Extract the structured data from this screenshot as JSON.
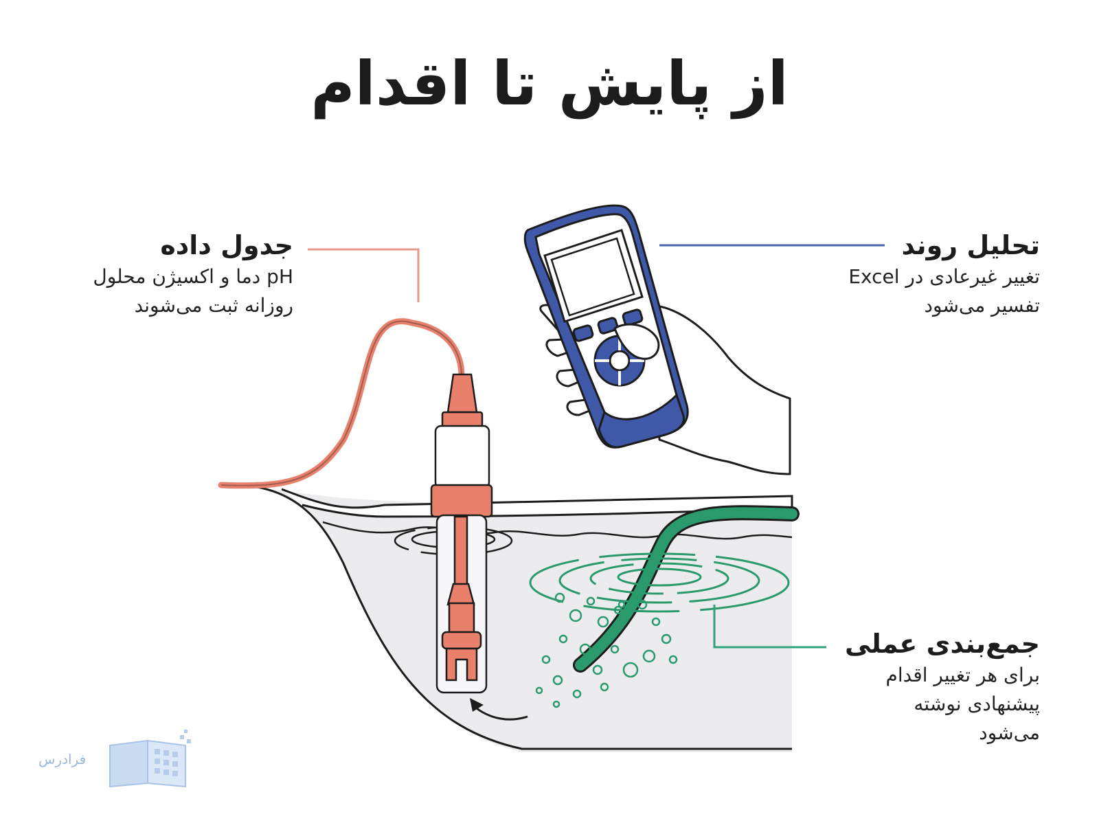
{
  "title": "از پایش تا اقدام",
  "labels": {
    "data_table": {
      "title": "جدول داده",
      "line1": "pH دما و اکسیژن محلول",
      "line2": "روزانه ثبت می‌شوند"
    },
    "trend": {
      "title": "تحلیل روند",
      "line1": "تغییر غیرعادی در Excel",
      "line2": "تفسیر می‌شود"
    },
    "summary": {
      "title": "جمع‌بندی عملی",
      "line1": "برای هر تغییر اقدام",
      "line2": "پیشنهادی نوشته",
      "line3": "می‌شود"
    }
  },
  "logo": {
    "text": "فرادرس"
  },
  "colors": {
    "probe": "#e8806c",
    "meter": "#3f58a8",
    "hose": "#2a9a6c",
    "water": "#e9e9ec",
    "line_table": "#e69a8a",
    "line_trend": "#4a62ac",
    "line_summary": "#2fa37a"
  },
  "icons": [
    "ph-probe-icon",
    "handheld-meter-icon",
    "hand-icon",
    "aeration-hose-icon",
    "water-ripples-icon",
    "bubbles-icon",
    "book-logo-icon"
  ]
}
